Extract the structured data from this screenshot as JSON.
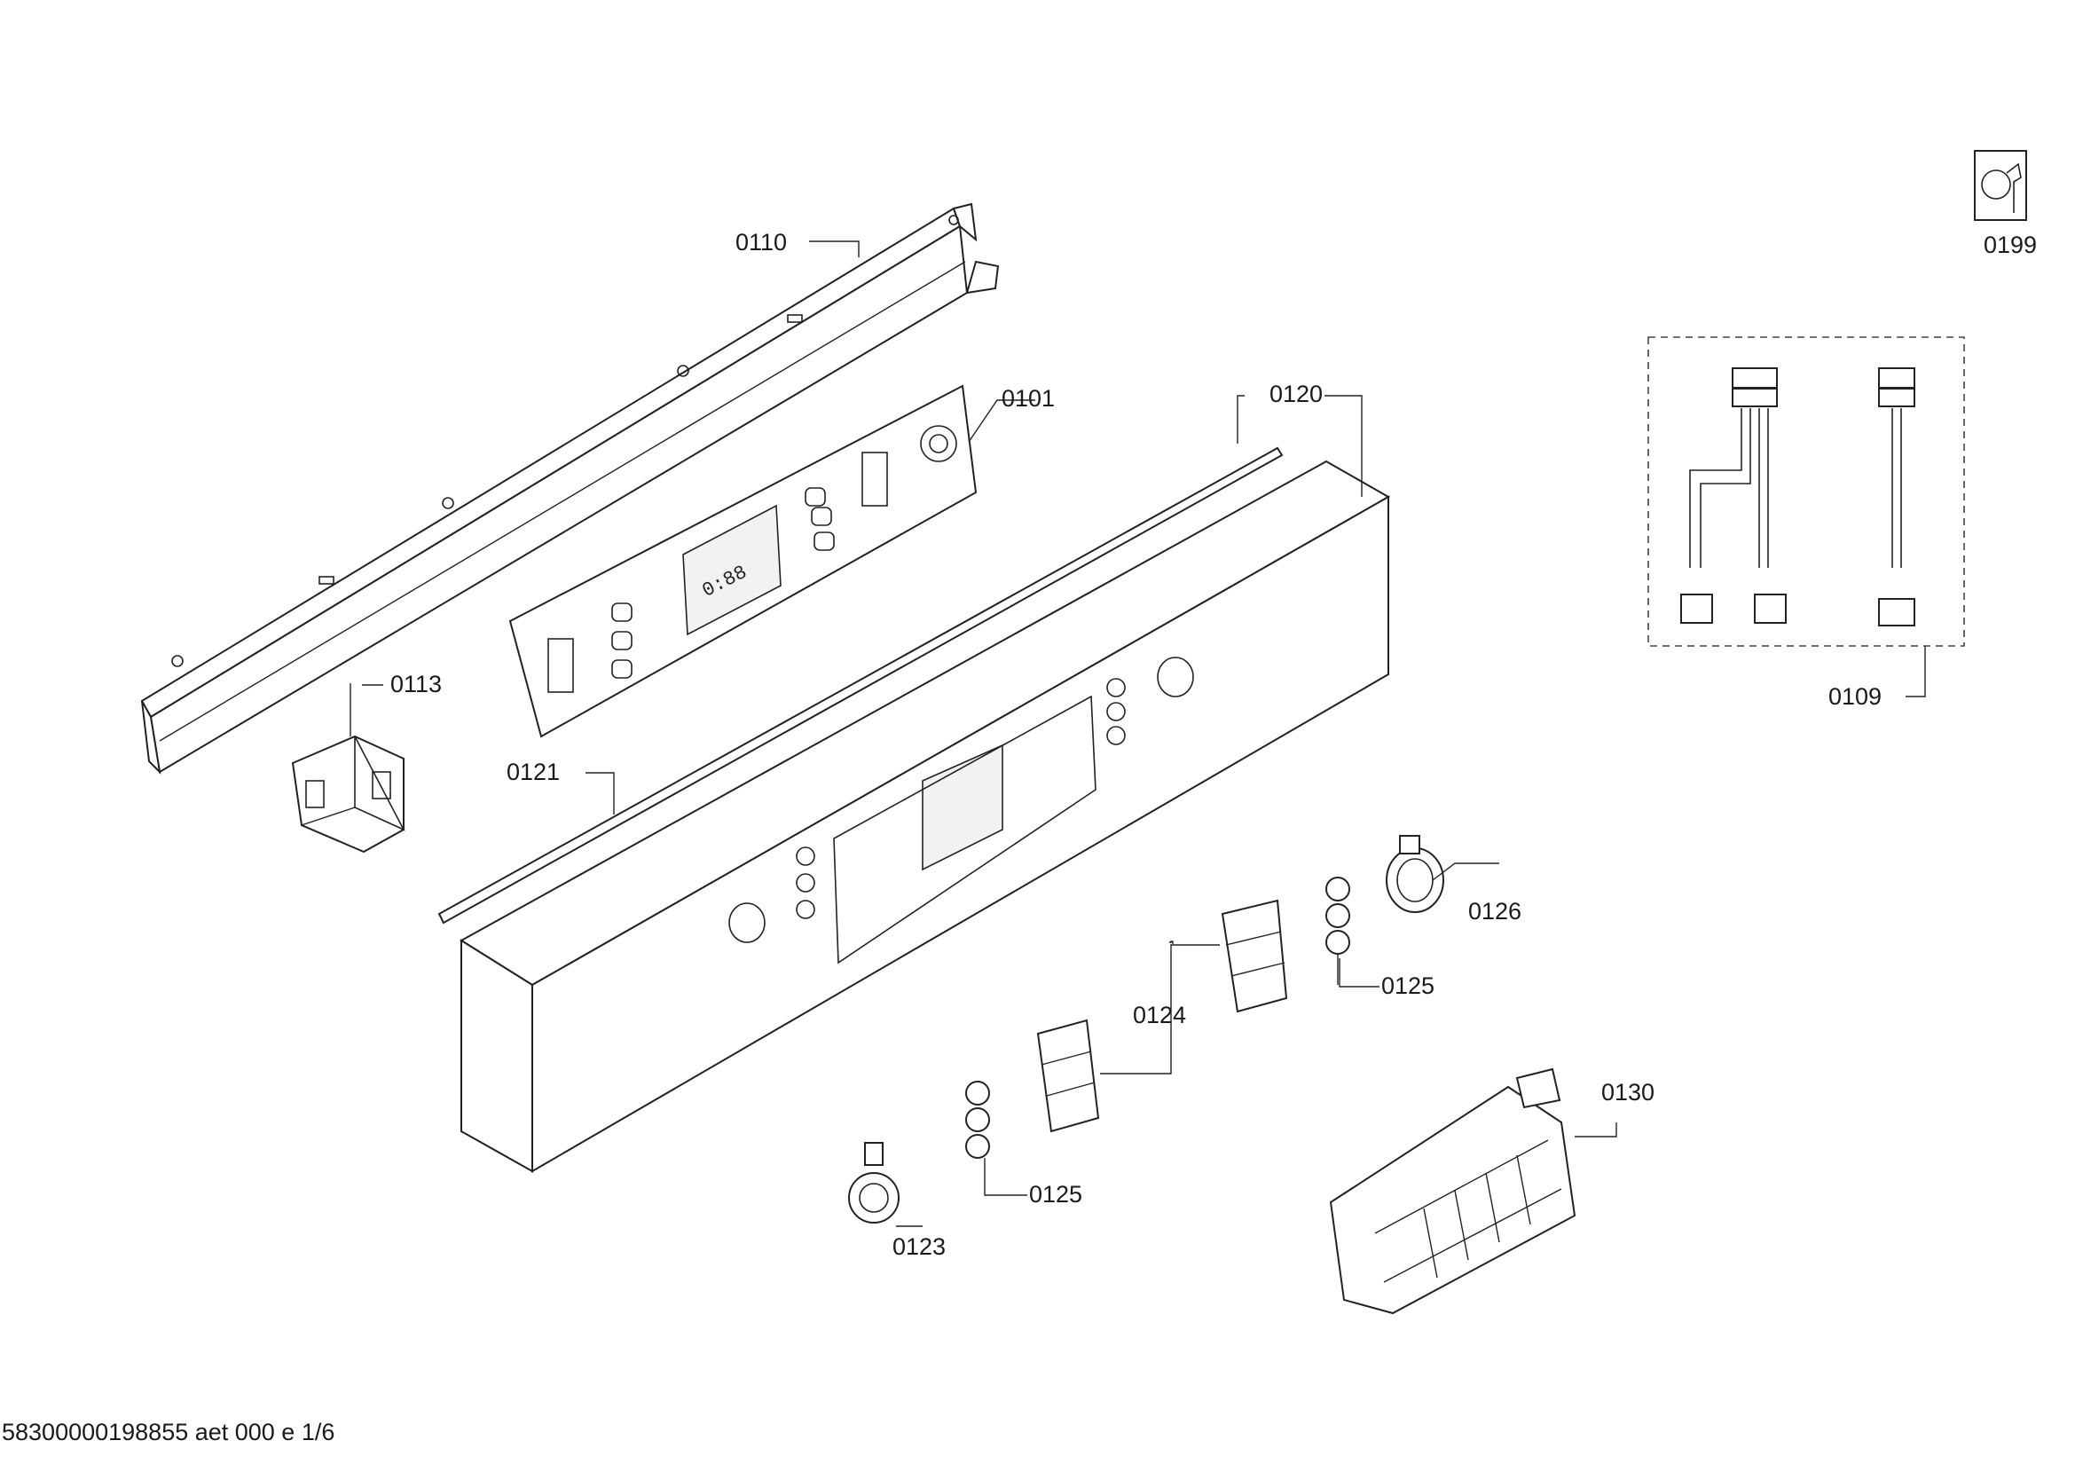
{
  "diagram": {
    "labels": {
      "p0101": "0101",
      "p0109": "0109",
      "p0110": "0110",
      "p0113": "0113",
      "p0120": "0120",
      "p0121": "0121",
      "p0123": "0123",
      "p0124": "0124",
      "p0125a": "0125",
      "p0125b": "0125",
      "p0126": "0126",
      "p0130": "0130",
      "p0199": "0199"
    },
    "display_digits": "0:88",
    "footer": "58300000198855 aet 000 e 1/6"
  }
}
